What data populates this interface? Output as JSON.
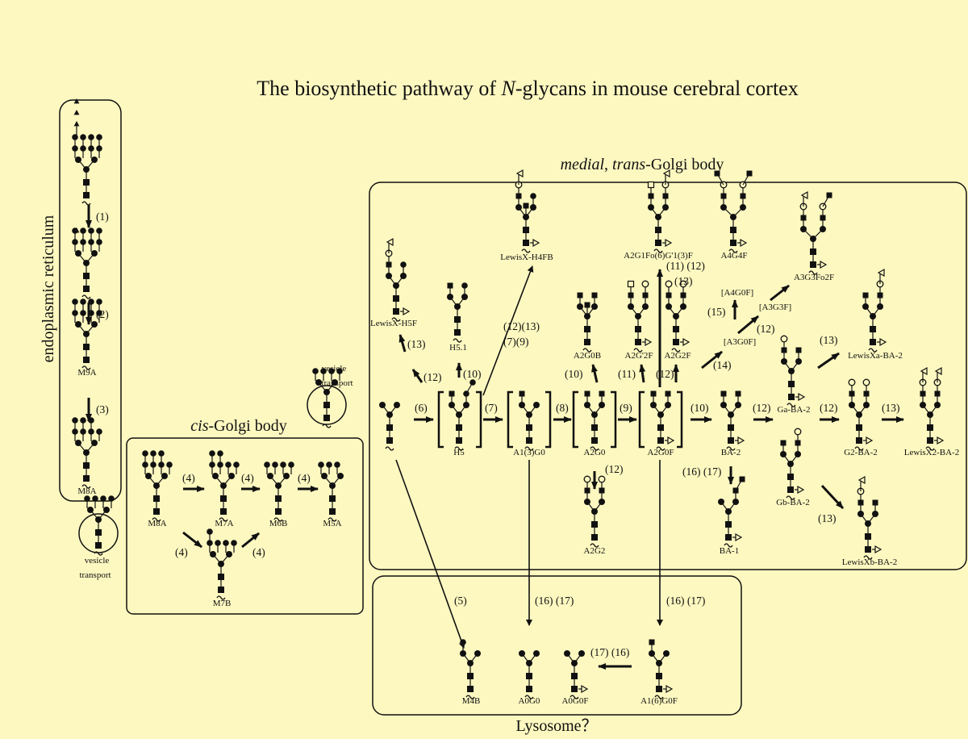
{
  "title_parts": [
    "The biosynthetic pathway of ",
    "N",
    "-glycans in mouse cerebral cortex"
  ],
  "compartments": {
    "er": "endoplasmic reticulum",
    "cis_italic": "cis",
    "cis_rest": "-Golgi body",
    "mt_italic": "medial",
    "mt_sep": ", ",
    "mt_italic2": "trans",
    "mt_rest": "-Golgi body",
    "lysosome": "Lysosome？"
  },
  "vesicle_labels": [
    {
      "line1": "vesicle",
      "line2": "transport"
    },
    {
      "line1": "vesicle",
      "line2": "transport"
    }
  ],
  "glycans": {
    "M9A": "M9A",
    "M8A_er": "M8A",
    "M8A": "M8A",
    "M7A": "M7A",
    "M6B": "M6B",
    "M5A": "M5A",
    "M7B": "M7B",
    "H5": "H5",
    "A1_3_G0": "A1(3)G0",
    "A2G0": "A2G0",
    "A2G0F": "A2G0F",
    "BA2": "BA-2",
    "LewisXH5F": "LewisX-H5F",
    "H51": "H5.1",
    "LewisXH4FB": "LewisX-H4FB",
    "A2G0B": "A2G0B",
    "A2G2F_prime": "A2G'2F",
    "A2G2F": "A2G2F",
    "A2G1Fo": "A2G1Fo(6)G'1(3)F",
    "A4G4F": "A4G4F",
    "A3G3Fo2F": "A3G3Fo2F",
    "A4G0F": "[A4G0F]",
    "A3G3F": "[A3G3F]",
    "A3G0F": "[A3G0F]",
    "LewisXaBA2": "LewisXa-BA-2",
    "GaBA2": "Ga-BA-2",
    "G2BA2": "G2-BA-2",
    "LewisX2BA2": "LewisX2-BA-2",
    "GbBA2": "Gb-BA-2",
    "LewisXbBA2": "LewisXb-BA-2",
    "BA1": "BA-1",
    "A2G2": "A2G2",
    "M4B": "M4B",
    "A0G0": "A0G0",
    "A0G0F": "A0G0F",
    "A1_6_G0F": "A1(6)G0F"
  },
  "steps": {
    "s1": "(1)",
    "s2": "(2)",
    "s3": "(3)",
    "s4": "(4)",
    "s5": "(5)",
    "s6": "(6)",
    "s7": "(7)",
    "s8": "(8)",
    "s9": "(9)",
    "s10": "(10)",
    "s11": "(11)",
    "s12": "(12)",
    "s13": "(13)",
    "s14": "(14)",
    "s15": "(15)",
    "s16_17": "(16) (17)",
    "s17_16": "(17) (16)",
    "s12_13": "(12)(13)",
    "s7_9": "(7)(9)",
    "s11_12": "(11) (12)"
  }
}
